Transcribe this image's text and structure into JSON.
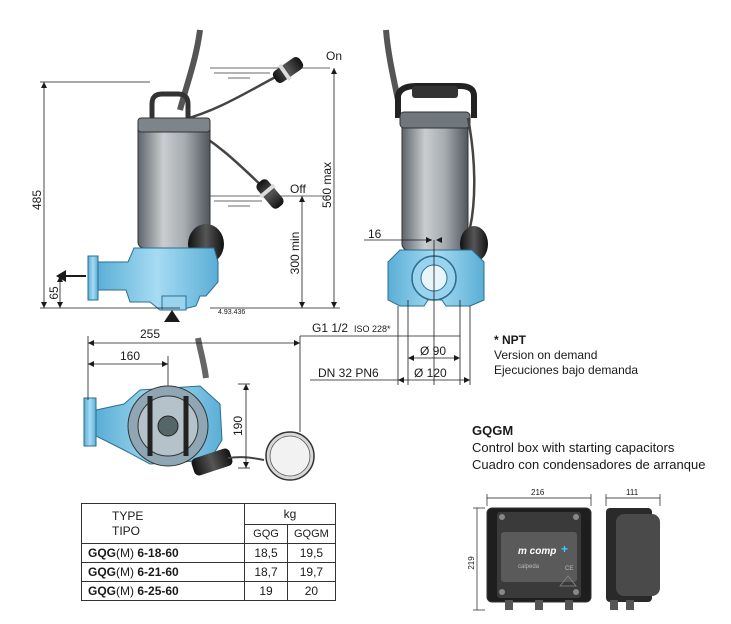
{
  "drawing": {
    "label_on": "On",
    "label_off": "Off",
    "dim_485": "485",
    "dim_65": "65",
    "dim_300min": "300 min",
    "dim_560max": "560 max",
    "drawing_no": "4.93.436",
    "dim_16": "16",
    "thread": "G1 1/2",
    "iso": "ISO 228*",
    "dim_d90": "Ø 90",
    "dn": "DN 32 PN6",
    "dim_d120": "Ø 120",
    "dim_255": "255",
    "dim_160": "160",
    "dim_190": "190",
    "cb_216": "216",
    "cb_111": "111",
    "cb_219": "219",
    "cb_brand": "m comp",
    "cb_plus": "+",
    "cb_maker": "calpeda",
    "cb_ce": "CE"
  },
  "npt": {
    "title": "* NPT",
    "line1": "Version on demand",
    "line2": "Ejecuciones bajo demanda"
  },
  "gqgm": {
    "title": "GQGM",
    "line1": "Control box with starting capacitors",
    "line2": "Cuadro con condensadores de arranque"
  },
  "table": {
    "type_label": "TYPE",
    "tipo_label": "TIPO",
    "unit": "kg",
    "col1": "GQG",
    "col2": "GQGM",
    "rows": [
      {
        "prefix": "GQG",
        "m": "(M)",
        "model": "6-18-60",
        "v1": "18,5",
        "v2": "19,5"
      },
      {
        "prefix": "GQG",
        "m": "(M)",
        "model": "6-21-60",
        "v1": "18,7",
        "v2": "19,7"
      },
      {
        "prefix": "GQG",
        "m": "(M)",
        "model": "6-25-60",
        "v1": "19",
        "v2": "20"
      }
    ]
  },
  "colors": {
    "pump_blue": "#7fc4e6",
    "body_grey": "#9aa0a5",
    "float_dark": "#2a2a2a",
    "water_line": "#6a6a6a"
  }
}
